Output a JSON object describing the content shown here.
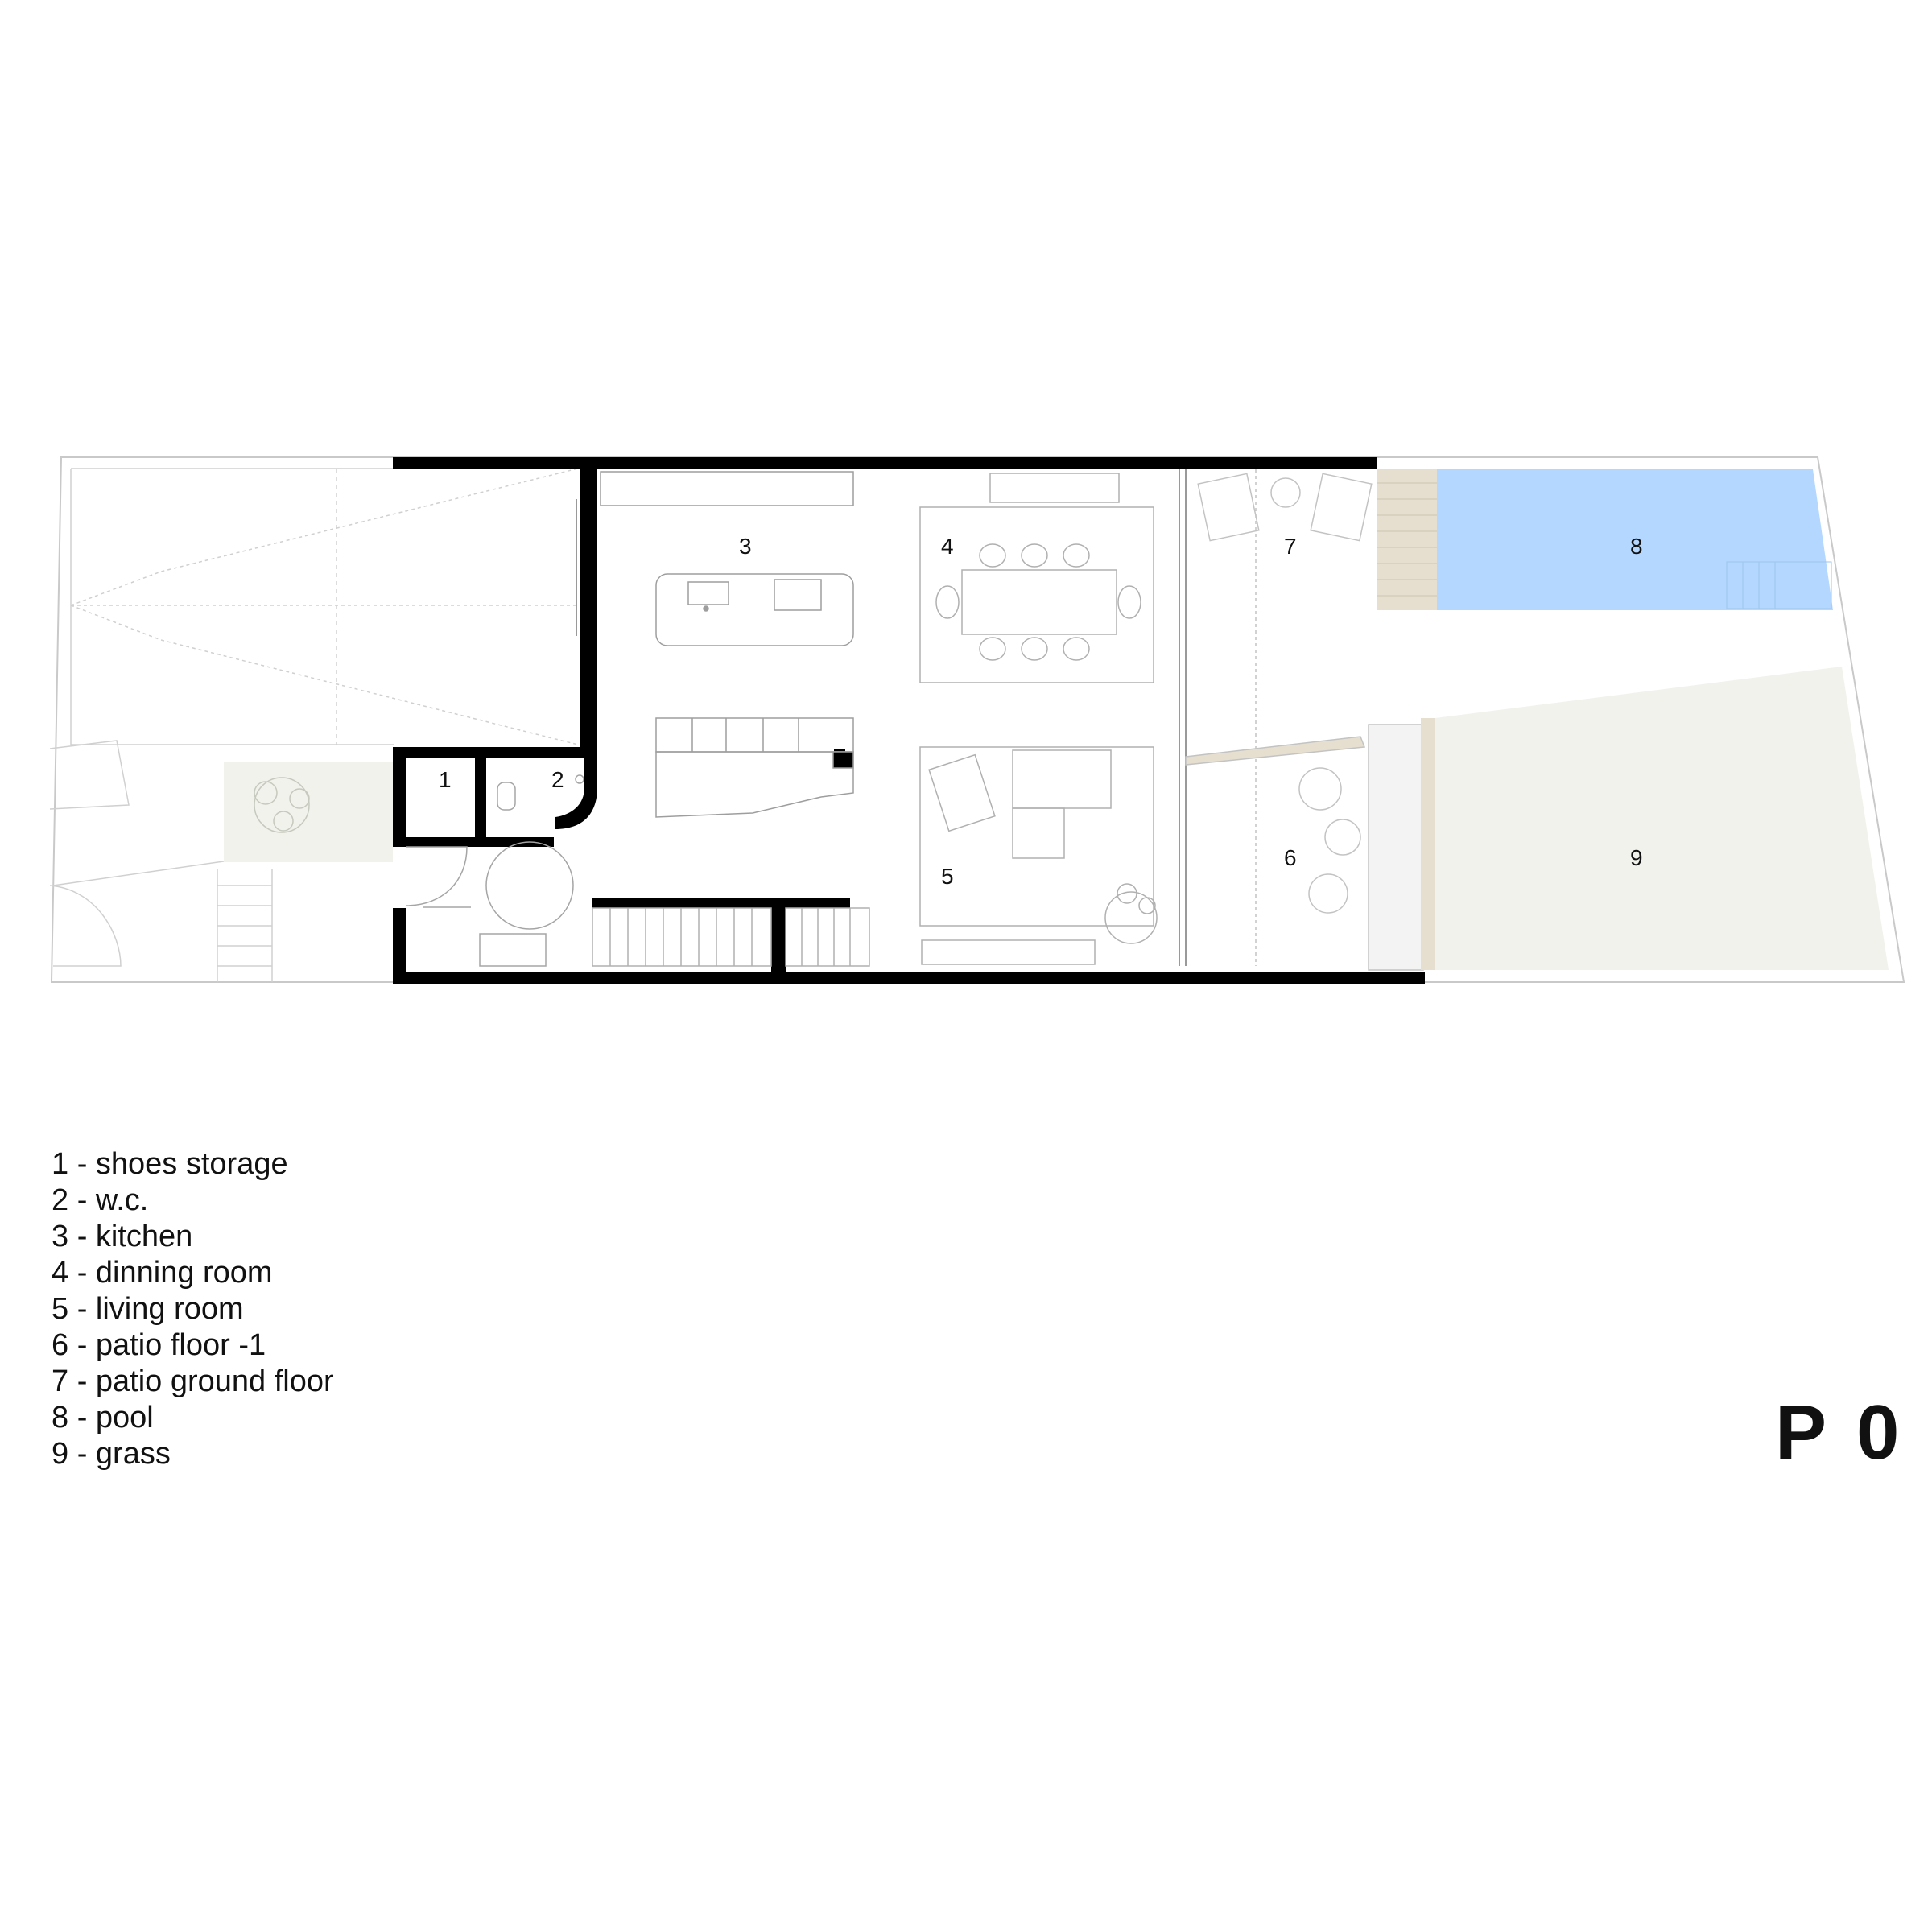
{
  "rooms": [
    {
      "num": "1"
    },
    {
      "num": "2"
    },
    {
      "num": "3"
    },
    {
      "num": "4"
    },
    {
      "num": "5"
    },
    {
      "num": "6"
    },
    {
      "num": "7"
    },
    {
      "num": "8"
    },
    {
      "num": "9"
    }
  ],
  "legend": [
    "1 - shoes storage",
    "2 - w.c.",
    "3 - kitchen",
    "4 - dinning room",
    "5 - living room",
    "6 - patio floor -1",
    "7 - patio ground floor",
    "8 - pool",
    "9 - grass"
  ],
  "plan_title": "P 0",
  "colors": {
    "wall": "#000000",
    "pool": "#b3d7ff",
    "grass": "#f1f2ec",
    "deck": "#e6dfd0",
    "line": "#bdbdbd"
  }
}
